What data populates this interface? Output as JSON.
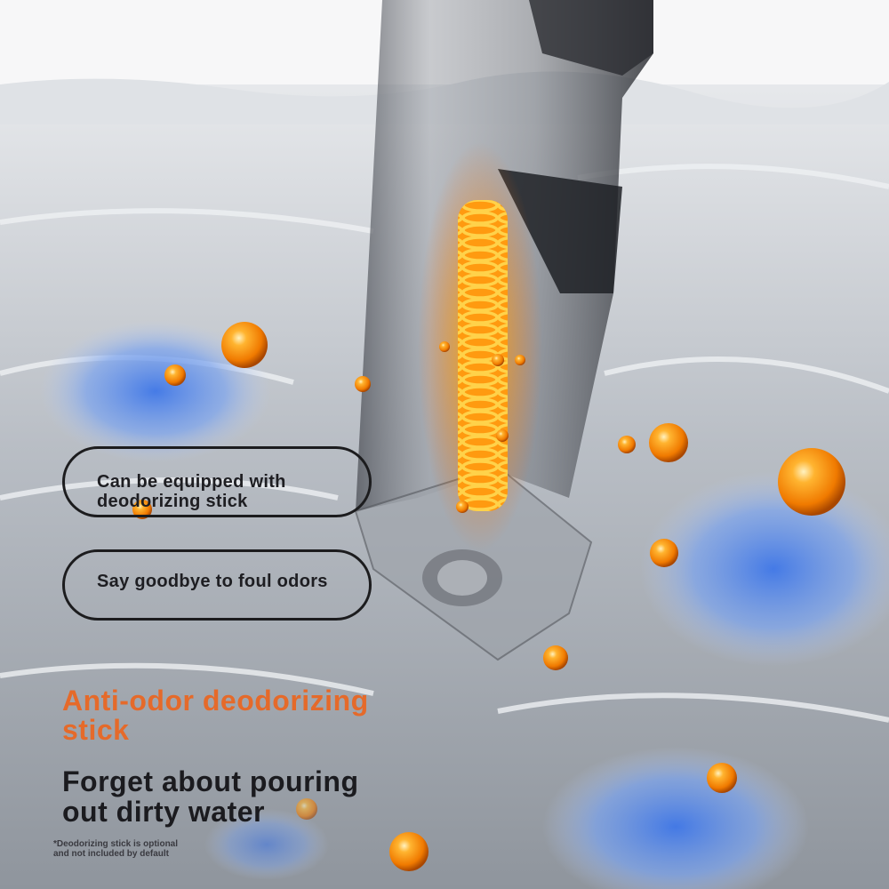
{
  "callouts": [
    {
      "text": "Can be equipped with\n deodorizing stick"
    },
    {
      "text": "Say goodbye to foul odors"
    }
  ],
  "headline": "Anti-odor deodorizing\n stick",
  "subheadline": "Forget about pouring\n out dirty water",
  "footnote": "*Deodorizing stick is optional\nand not included by default",
  "colors": {
    "headline": "#e56a2a",
    "heater_glow": "#ff8a00",
    "foam": "#4a7fe6",
    "water": "#c9ced4",
    "tank": "#3a3d44"
  }
}
